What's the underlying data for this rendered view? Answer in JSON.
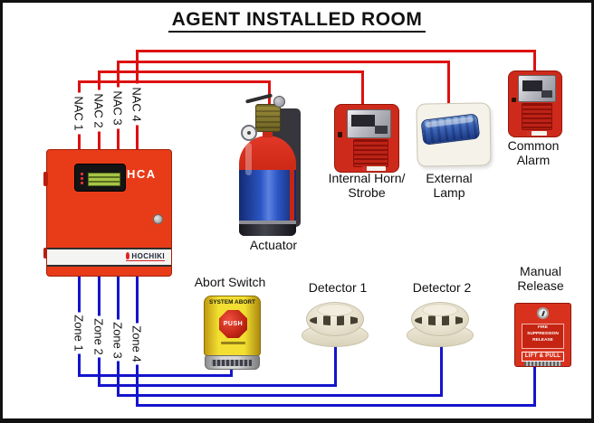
{
  "title": "AGENT INSTALLED ROOM",
  "panel": {
    "model": "HCA",
    "brand": "HOCHIKI"
  },
  "nac_labels": [
    "NAC 1",
    "NAC 2",
    "NAC 3",
    "NAC 4"
  ],
  "zone_labels": [
    "Zone 1",
    "Zone 2",
    "Zone 3",
    "Zone 4"
  ],
  "devices": {
    "actuator": {
      "label": "Actuator"
    },
    "internal_horn_strobe": {
      "label": [
        "Internal Horn/",
        "Strobe"
      ]
    },
    "external_lamp": {
      "label": [
        "External",
        "Lamp"
      ]
    },
    "common_alarm": {
      "label": [
        "Common",
        "Alarm"
      ]
    },
    "abort_switch": {
      "label": "Abort Switch",
      "markings": {
        "header": "SYSTEM ABORT",
        "button": "PUSH"
      }
    },
    "detector_1": {
      "label": "Detector 1"
    },
    "detector_2": {
      "label": "Detector 2"
    },
    "manual_release": {
      "label": [
        "Manual",
        "Release"
      ],
      "markings": {
        "line1": "FIRE",
        "line2": "SUPPRESSION",
        "line3": "RELEASE",
        "action": "LIFT & PULL"
      }
    }
  },
  "colors": {
    "nac_wire_red": "#dd1111",
    "zone_wire_blue": "#1414cc",
    "panel_red": "#e83c19"
  }
}
